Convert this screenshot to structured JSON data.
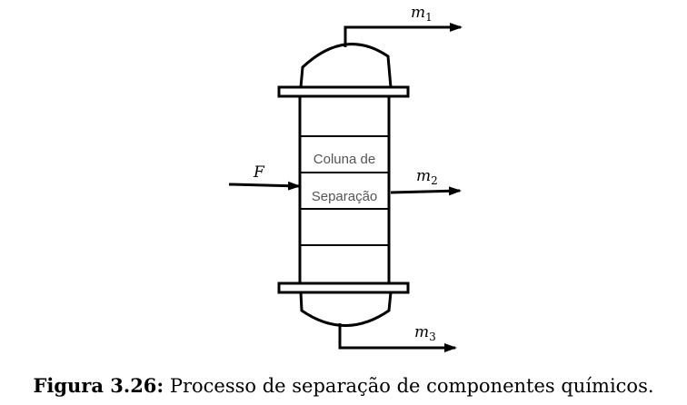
{
  "diagram": {
    "column_text_line1": "Coluna de",
    "column_text_line2": "Separação",
    "feed_label": "F",
    "outlets": {
      "m1": {
        "symbol": "m",
        "subscript": "1"
      },
      "m2": {
        "symbol": "m",
        "subscript": "2"
      },
      "m3": {
        "symbol": "m",
        "subscript": "3"
      }
    }
  },
  "caption": {
    "label": "Figura 3.26:",
    "text": "Processo de separação de componentes químicos."
  }
}
